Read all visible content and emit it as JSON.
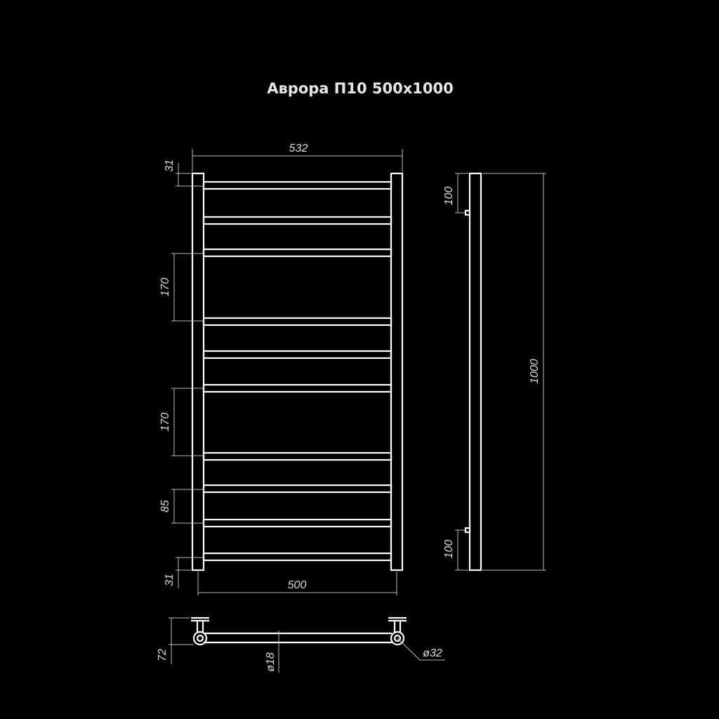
{
  "title": "Аврора П10 500х1000",
  "front_view": {
    "overall_width": "532",
    "center_distance": "500",
    "top_offset": "31",
    "bottom_offset": "31",
    "gap_upper": "170",
    "gap_middle": "170",
    "gap_lower": "85",
    "rung_count": 10
  },
  "side_view": {
    "height": "1000",
    "mount_top": "100",
    "mount_bottom": "100"
  },
  "top_view": {
    "depth": "72",
    "pipe_diameter": "ø18",
    "post_diameter": "ø32"
  },
  "colors": {
    "background": "#000000",
    "lines": "#ffffff",
    "dimension_lines": "#bdbdbd"
  }
}
